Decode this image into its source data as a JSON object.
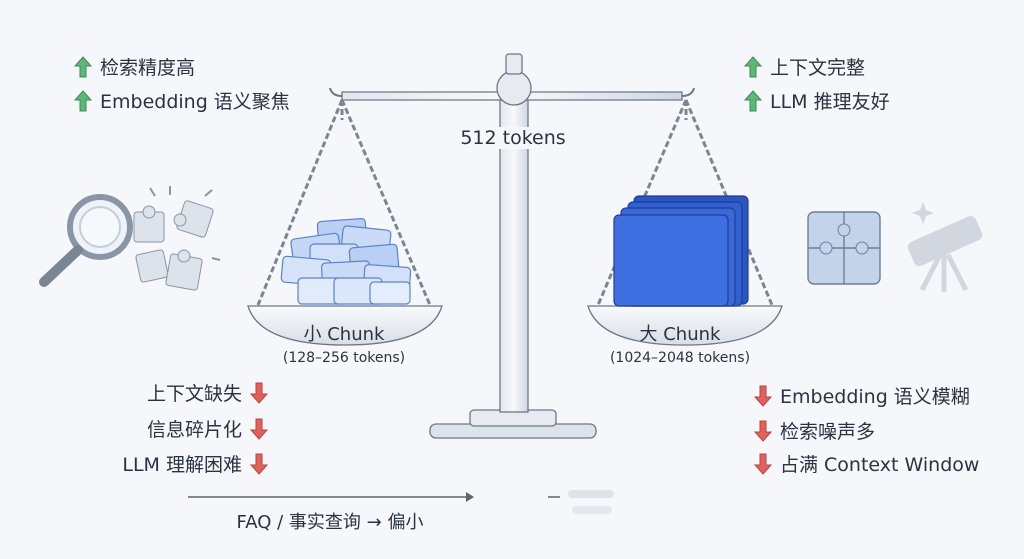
{
  "center_label": "512 tokens",
  "left_pan": {
    "title": "小 Chunk",
    "subtitle": "(128–256 tokens)"
  },
  "right_pan": {
    "title": "大 Chunk",
    "subtitle": "(1024–2048 tokens)"
  },
  "left_pros": [
    "检索精度高",
    "Embedding 语义聚焦"
  ],
  "right_pros": [
    "上下文完整",
    "LLM 推理友好"
  ],
  "left_cons": [
    "上下文缺失",
    "信息碎片化",
    "LLM 理解困难"
  ],
  "right_cons": [
    "Embedding 语义模糊",
    "检索噪声多",
    "占满 Context Window"
  ],
  "bottom_left": "FAQ / 事实查询 → 偏小",
  "colors": {
    "up": "#5fb67a",
    "down": "#e0615e",
    "chunk_small": "#c9dbf7",
    "chunk_large": "#2f5fd0",
    "scale": "#c9d2de"
  }
}
